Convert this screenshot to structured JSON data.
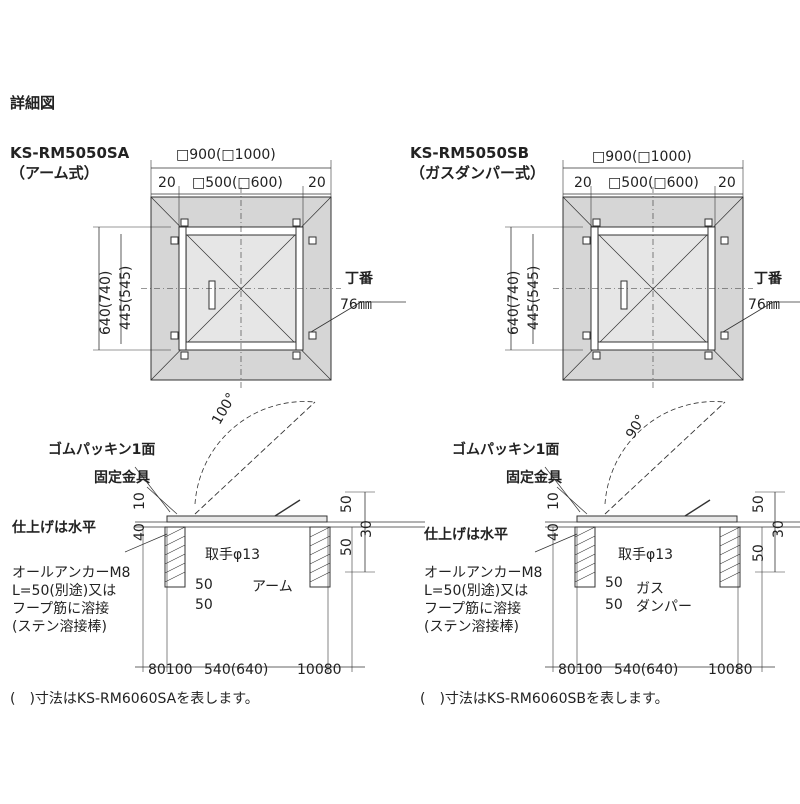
{
  "page_title": "詳細図",
  "colors": {
    "frame_fill": "#d6d6d6",
    "line": "#333333",
    "background": "#ffffff"
  },
  "left": {
    "model": "KS-RM5050SA",
    "type": "（アーム式）",
    "outer_dim": "□900(□1000)",
    "side_20_left": "20",
    "inner_dim": "□500(□600)",
    "side_20_right": "20",
    "height_outer": "640(740)",
    "height_inner": "445(545)",
    "hinge": "丁番",
    "hinge_size": "76㎜",
    "angle": "100°",
    "gasket": "ゴムパッキン1面",
    "fixing": "固定金具",
    "finish": "仕上げは水平",
    "dim_10": "10",
    "dim_40": "40",
    "dim_50_right": "50",
    "dim_30_right": "30",
    "dim_50_right2": "50",
    "handle": "取手φ13",
    "anchor": "オールアンカーM8",
    "anchor_l": "L=50(別途)又は",
    "hoop": "フープ筋に溶接",
    "rod": "(ステン溶接棒)",
    "dim_50_a": "50",
    "dim_50_b": "50",
    "mech": "アーム",
    "bottom_left": "80100",
    "bottom_mid": "540(640)",
    "bottom_right": "10080",
    "footnote": "(　)寸法はKS-RM6060SAを表します。"
  },
  "right": {
    "model": "KS-RM5050SB",
    "type": "（ガスダンパー式）",
    "outer_dim": "□900(□1000)",
    "side_20_left": "20",
    "inner_dim": "□500(□600)",
    "side_20_right": "20",
    "height_outer": "640(740)",
    "height_inner": "445(545)",
    "hinge": "丁番",
    "hinge_size": "76㎜",
    "angle": "90°",
    "gasket": "ゴムパッキン1面",
    "fixing": "固定金具",
    "finish": "仕上げは水平",
    "dim_10": "10",
    "dim_40": "40",
    "dim_50_right": "50",
    "dim_30_right": "30",
    "dim_50_right2": "50",
    "handle": "取手φ13",
    "anchor": "オールアンカーM8",
    "anchor_l": "L=50(別途)又は",
    "hoop": "フープ筋に溶接",
    "rod": "(ステン溶接棒)",
    "dim_50_a": "50",
    "dim_50_b": "50",
    "mech_1": "ガス",
    "mech_2": "ダンパー",
    "bottom_left": "80100",
    "bottom_mid": "540(640)",
    "bottom_right": "10080",
    "footnote": "(　)寸法はKS-RM6060SBを表します。"
  }
}
